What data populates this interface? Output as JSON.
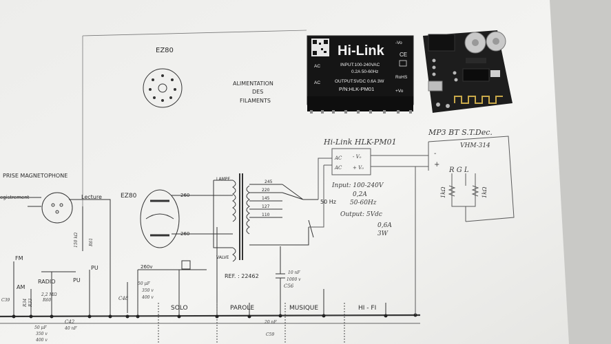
{
  "printed": {
    "tube_top": "EZ80",
    "alimentation_1": "ALIMENTATION",
    "alimentation_2": "DES",
    "alimentation_3": "FILAMENTS",
    "prise": "PRISE MAGNETOPHONE",
    "enregistrement": "egistrement",
    "lecture": "Lecture",
    "tube_mid": "EZ80",
    "v260_a": "260",
    "v260_b": "260",
    "v260_c": "260v",
    "lampe": "LAMPE",
    "valve": "VALVE",
    "tap_245": "245",
    "tap_220": "220",
    "tap_145": "145",
    "tap_127": "127",
    "tap_110": "110",
    "hz": "50 Hz",
    "ref": "REF. : 22462",
    "c56_1": "10 nF",
    "c56_2": "1000 v",
    "c56_3": "C56",
    "c48_1": "50 μF",
    "c48_2": "350 v",
    "c48_3": "400 v",
    "c48": "C48",
    "solo": "SOLO",
    "parole": "PAROLE",
    "musique": "MUSIQUE",
    "hifi": "HI - FI",
    "fm": "FM",
    "am": "AM",
    "radio": "RADIO",
    "pu_1": "PU",
    "pu_2": "PU",
    "r_150": "150 kΩ",
    "r_r61": "R61",
    "r_2m": "2,2 MΩ",
    "r_r60": "R60",
    "r_39": "C39",
    "r_334": "R34",
    "r_r33": "R33",
    "c42": "C42",
    "c42_v": "40 nF",
    "c50_1": "50 μF",
    "c50_2": "350 v",
    "c50_3": "400 v",
    "c59": "C59",
    "c59_v": "20 nF"
  },
  "handwritten": {
    "hilink_title": "Hi-Link HLK-PM01",
    "ac1": "AC",
    "ac2": "AC",
    "vo_neg": "- V₀",
    "vo_pos": "+ V₀",
    "mp3_title": "MP3 BT S.T.Dec.",
    "mp3_model": "VHM-314",
    "minus": "-",
    "plus": "+",
    "rgl": "R  G  L",
    "r1k_a": "1kΩ",
    "r1k_b": "1kΩ",
    "spec_input": "Input: 100-240V",
    "spec_02a": "0,2A",
    "spec_hz": "50-60Hz",
    "spec_output": "Output: 5Vdc",
    "spec_06a": "0,6A",
    "spec_3w": "3W"
  },
  "module_hilink": {
    "brand": "Hi-Link",
    "input": "INPUT:100-240VAC",
    "current": "0.2A  50-60Hz",
    "output": "OUTPUT:5VDC 0.6A 3W",
    "part": "P/N:HLK-PM01",
    "ac_top": "AC",
    "ac_bottom": "AC",
    "vo_neg": "-Vo",
    "vo_pos": "+Vo",
    "ce": "CE",
    "rohs": "RoHS"
  },
  "colors": {
    "paper": "#f3f3f1",
    "ink": "#2a2a2a",
    "pencil": "#5a5a5a",
    "module_black": "#141414",
    "pcb": "#1e1e1e"
  }
}
